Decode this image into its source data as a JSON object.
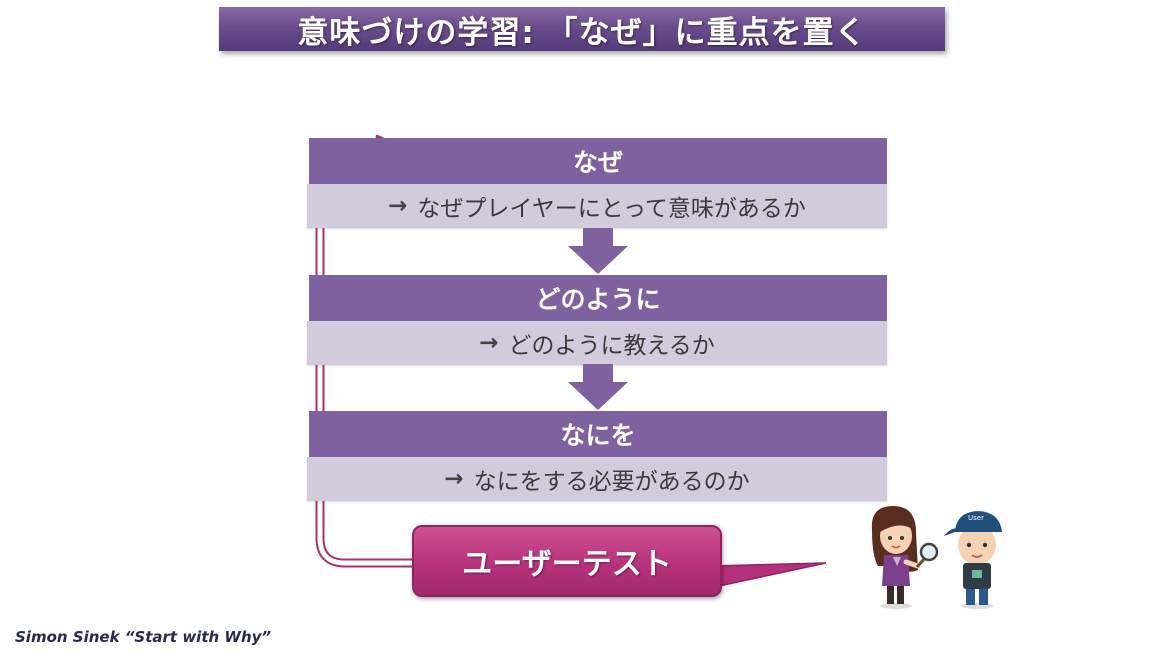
{
  "title": "意味づけの学習: 「なぜ」に重点を置く",
  "steps": [
    {
      "heading": "なぜ",
      "arrow": "→",
      "detail": "なぜプレイヤーにとって意味があるか"
    },
    {
      "heading": "どのように",
      "arrow": "→",
      "detail": "どのように教えるか"
    },
    {
      "heading": "なにを",
      "arrow": "→",
      "detail": "なにをする必要があるのか"
    }
  ],
  "callout": {
    "label": "ユーザーテスト"
  },
  "characters": {
    "user_cap_text": "User"
  },
  "credit": "Simon Sinek “Start with Why”",
  "colors": {
    "title_bg": "#6a4c8c",
    "heading_bg": "#7f619f",
    "detail_bg": "#d2cbdc",
    "callout_bg": "#b5307a",
    "loop_arrow": "#a8306f"
  }
}
